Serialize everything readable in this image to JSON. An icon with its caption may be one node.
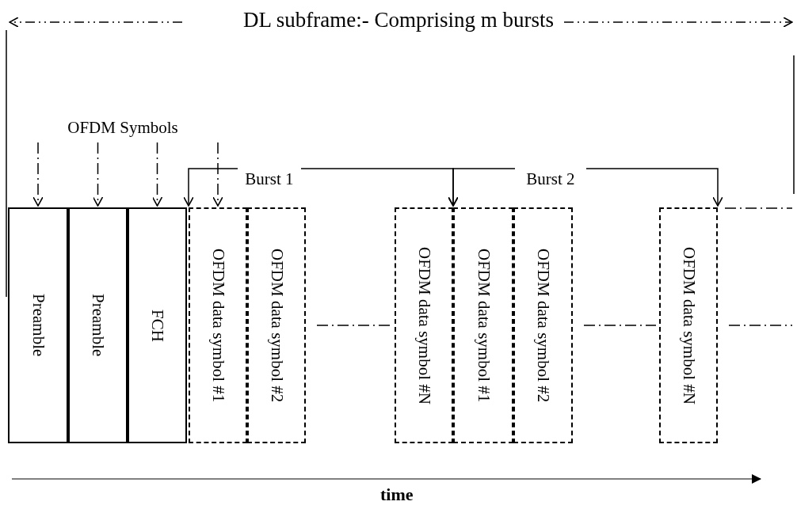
{
  "diagram": {
    "title": "DL subframe:- Comprising m bursts",
    "nodes": [
      {
        "text": [
          "Preamble"
        ]
      },
      {
        "text": [
          "Preamble"
        ]
      },
      {
        "text": [
          "FCH"
        ]
      },
      {
        "text": [
          "OFDM data symbol #1"
        ]
      },
      {
        "text": [
          "OFDM data symbol #2"
        ]
      },
      {
        "text": [
          "OFDM data symbol #N"
        ]
      },
      {
        "text": [
          "OFDM data symbol #1"
        ]
      },
      {
        "text": [
          "OFDM data symbol #2"
        ]
      },
      {
        "text": [
          "OFDM data symbol #N"
        ]
      },
      {
        "text": [
          "OFDM Symbols"
        ]
      },
      {
        "text": [
          "Burst 1"
        ]
      },
      {
        "text": [
          "Burst  2"
        ]
      }
    ],
    "edges": [
      {
        "from": 9,
        "to": 0,
        "arrow": "to",
        "style": "dashed"
      },
      {
        "from": 9,
        "to": 1,
        "arrow": "to",
        "style": "dashed"
      },
      {
        "from": 9,
        "to": 2,
        "arrow": "to",
        "style": "dashed"
      },
      {
        "from": 9,
        "to": 3,
        "arrow": "to",
        "style": "dashed"
      },
      {
        "from": 10,
        "to": 3,
        "arrow": "to"
      },
      {
        "from": 10,
        "to": 5,
        "arrow": "to"
      },
      {
        "from": 11,
        "to": 6,
        "arrow": "to"
      },
      {
        "from": 11,
        "to": 8,
        "arrow": "to"
      },
      {
        "from": 4,
        "to": 5,
        "arrow": "none",
        "style": "dashed"
      },
      {
        "from": 7,
        "to": 8,
        "arrow": "none",
        "style": "dashed"
      },
      {
        "from": 8,
        "to": null,
        "arrow": "none",
        "style": "dashed"
      }
    ],
    "labels": [
      "time"
    ]
  }
}
